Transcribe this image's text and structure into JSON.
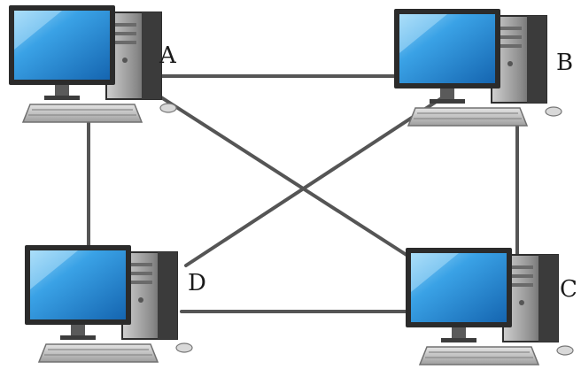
{
  "nodes": [
    {
      "id": "A",
      "label": "A"
    },
    {
      "id": "B",
      "label": "B"
    },
    {
      "id": "C",
      "label": "C"
    },
    {
      "id": "D",
      "label": "D"
    }
  ],
  "links": [
    [
      "A",
      "B"
    ],
    [
      "A",
      "D"
    ],
    [
      "A",
      "C"
    ],
    [
      "B",
      "C"
    ],
    [
      "B",
      "D"
    ],
    [
      "D",
      "C"
    ]
  ],
  "colors": {
    "cable": "#555555",
    "screen": "#1f7fd0",
    "screen_light": "#8fd0f6",
    "bezel": "#2b2b2b",
    "tower": "#3a3a3a",
    "tower_side": "#9a9a9a",
    "keyboard": "#bdbdbd"
  },
  "icons": [
    "computer-icon",
    "keyboard-icon",
    "mouse-icon"
  ]
}
